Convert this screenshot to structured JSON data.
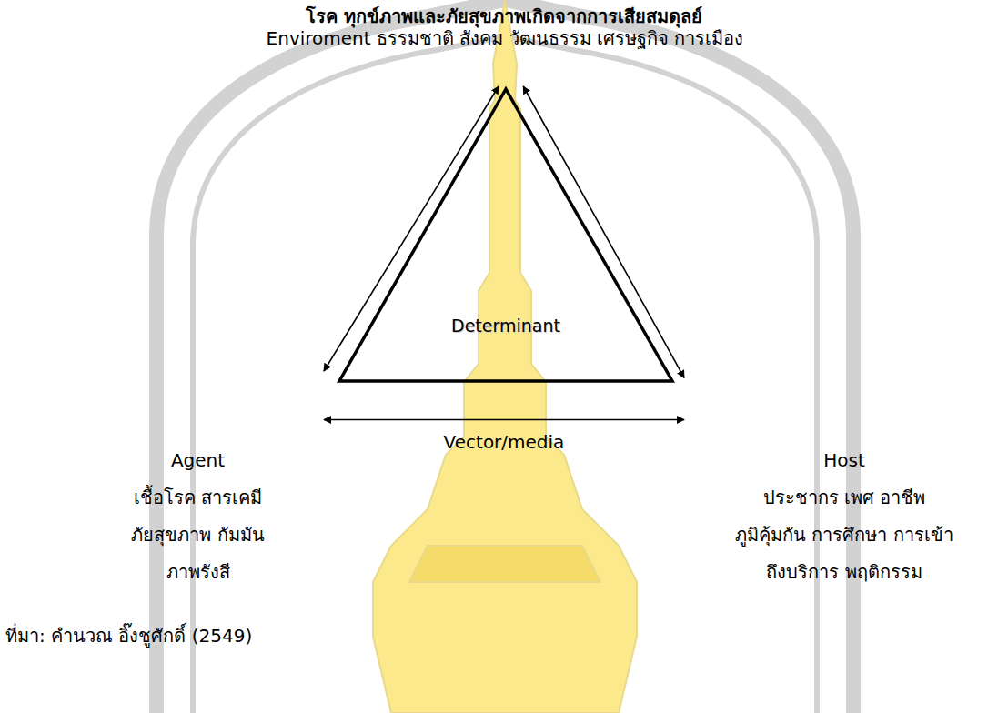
{
  "diagram": {
    "title": "โรค ทุกข์ภาพและภัยสุขภาพเกิดจากการเสียสมดุลย์",
    "caption": "ที่มา: คำนวณ อิ๊งชูศักดิ์ (2549)",
    "nodes": [
      {
        "text": [
          "Enviroment ธรรมชาติ สังคม วัฒนธรรม เศรษฐกิจ การเมือง"
        ]
      },
      {
        "text": [
          "Determinant"
        ]
      },
      {
        "text": [
          "Agent",
          "เชื้อโรค สารเคมี ภัยสุขภาพ กัมมันภาพรังสี"
        ]
      },
      {
        "text": [
          "Host",
          "ประชากร เพศ อาชีพ ภูมิคุ้มกัน การศึกษา การเข้าถึงบริการ พฤติกรรม"
        ]
      }
    ],
    "edges": [
      {
        "from": 0,
        "to": 2,
        "arrow": "both"
      },
      {
        "from": 0,
        "to": 3,
        "arrow": "both"
      },
      {
        "from": 2,
        "to": 3,
        "label": "Vector/media",
        "arrow": "both"
      }
    ]
  }
}
